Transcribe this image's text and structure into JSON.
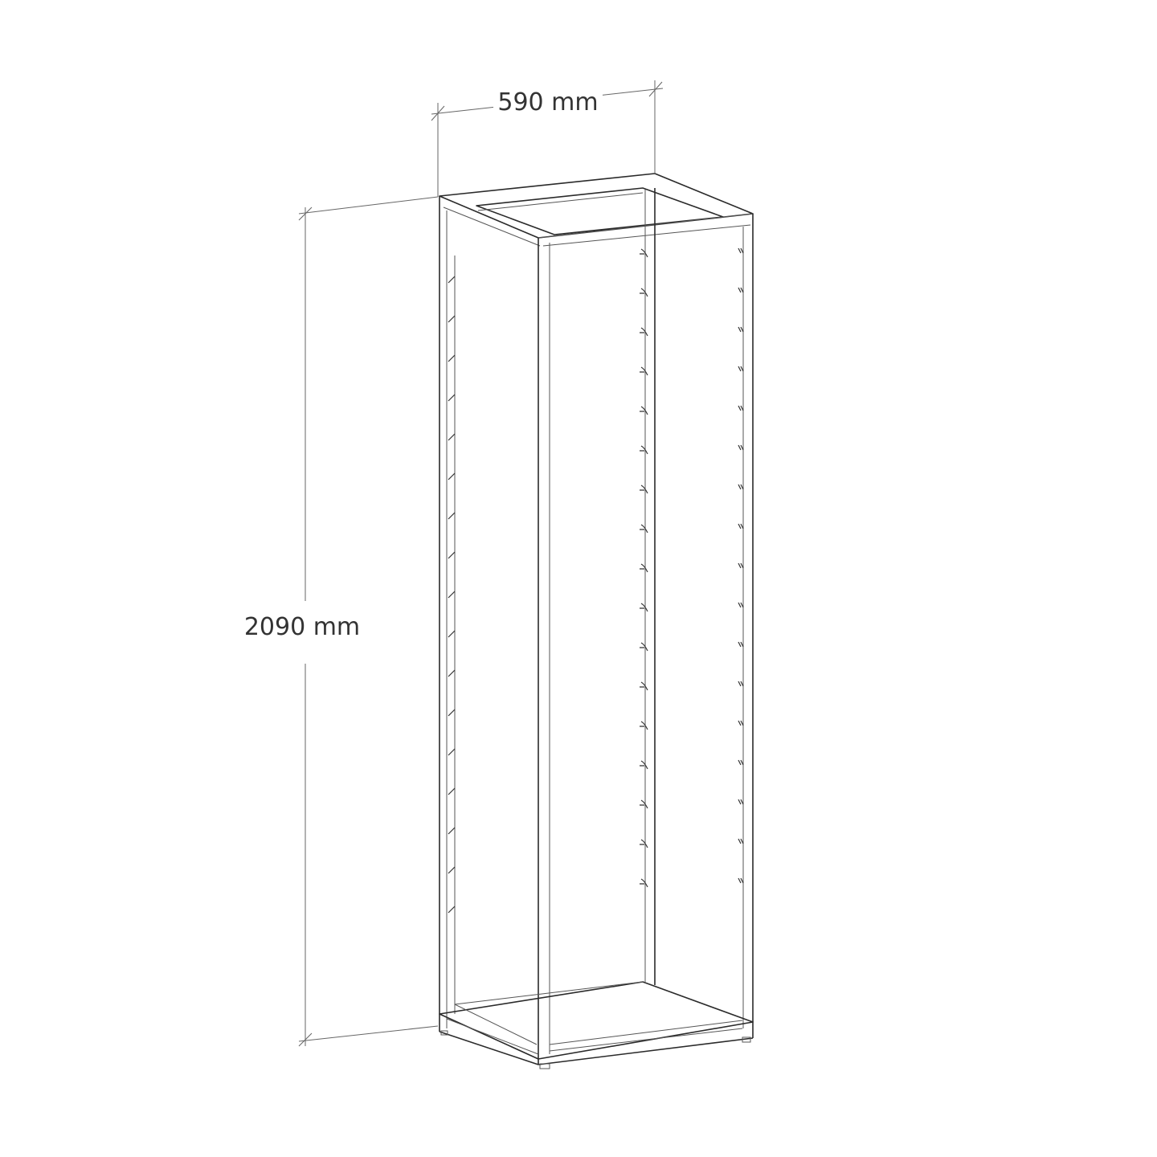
{
  "diagram": {
    "dimensions": {
      "width_label": "590 mm",
      "height_label": "2090 mm"
    },
    "colors": {
      "line": "#2a2a2a",
      "dimension_line": "#666666",
      "text": "#333333",
      "background": "#ffffff"
    },
    "shelf_pin_slots": {
      "left_post": 17,
      "middle_post": 17,
      "right_post": 17
    }
  }
}
